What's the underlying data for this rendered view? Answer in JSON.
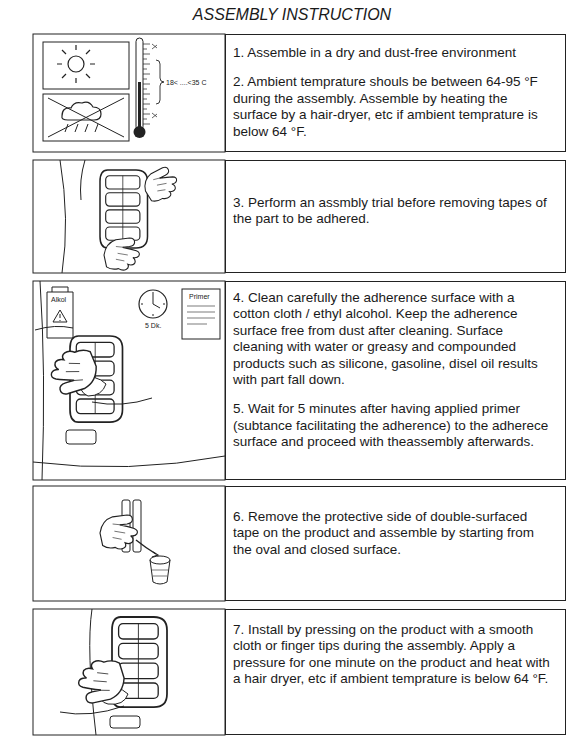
{
  "diagram": {
    "title": "ASSEMBLY INSTRUCTION",
    "nodes": [
      {
        "text": [
          "1. Assemble in a dry and dust-free environment",
          "2. Ambient temprature shouls be between 64-95 °F during the assembly. Assemble by heating the surface by a hair-dryer, etc if ambient temprature is below 64 °F."
        ]
      },
      {
        "text": [
          "3. Perform an assmbly trial before removing tapes of the part to be adhered."
        ]
      },
      {
        "text": [
          "4. Clean carefully the adherence surface with a cotton cloth / ethyl alcohol. Keep the adherence surface free from dust after cleaning. Surface cleaning with water or greasy and compounded products such as silicone, gasoline, disel oil results with part fall down.",
          "5. Wait for 5 minutes after having applied primer (subtance facilitating the adherence) to the adherece surface and proceed with theassembly afterwards."
        ]
      },
      {
        "text": [
          "6. Remove the protective side of double-surfaced tape on the product and assemble by starting from the oval and closed surface."
        ]
      },
      {
        "text": [
          "7. Install by pressing on the product with a smooth cloth or finger tips during the assembly. Apply a pressure for one minute on the product and heat with a hair dryer, etc if ambient temprature is below 64 °F."
        ]
      }
    ],
    "labels": [
      "18< ....<35 C",
      "Alkol",
      "5 Dk.",
      "Primer"
    ]
  }
}
